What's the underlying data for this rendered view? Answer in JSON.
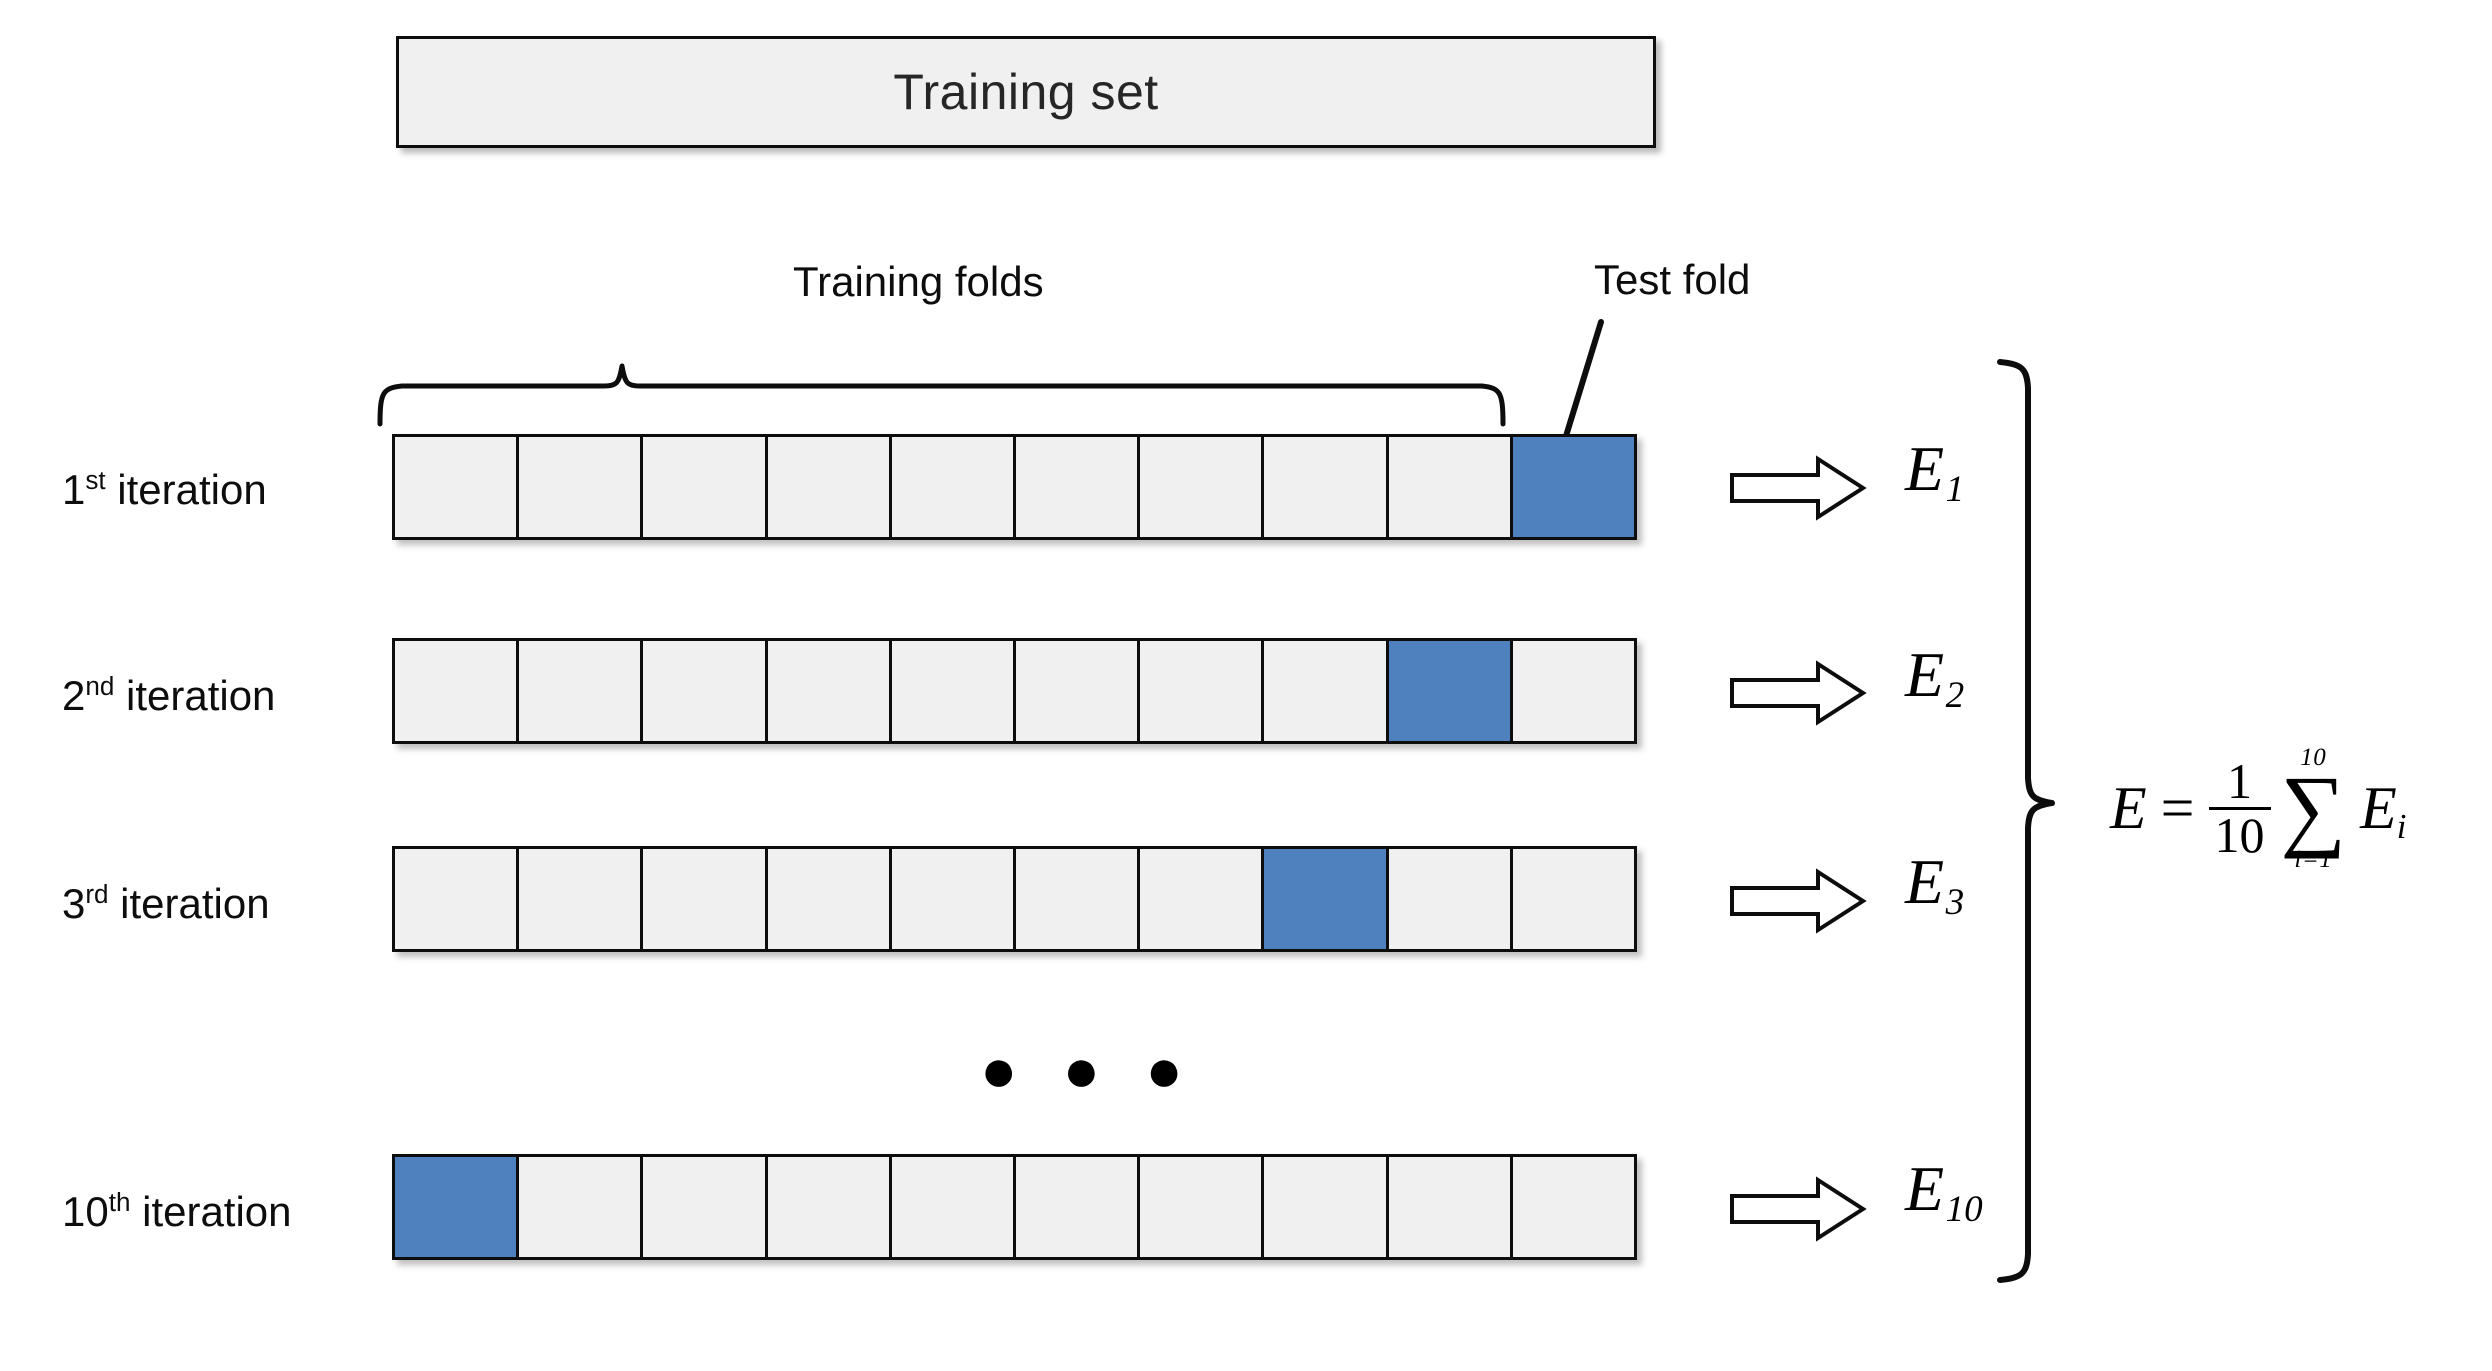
{
  "diagram": {
    "title_box": {
      "label": "Training set"
    },
    "annotations": {
      "training_folds": "Training folds",
      "test_fold": "Test fold"
    },
    "ellipsis": "● ● ●",
    "colors": {
      "test_fold_fill": "#4E81BD",
      "training_fold_fill": "#F0F0F0",
      "outline": "#0D0D0D",
      "title_text": "#262626"
    },
    "folds_per_row": 10,
    "rows": [
      {
        "label_number": "1",
        "label_ordinal": "st",
        "label_suffix": " iteration",
        "test_fold_index": 10,
        "error_symbol": "E",
        "error_subscript": "1"
      },
      {
        "label_number": "2",
        "label_ordinal": "nd",
        "label_suffix": " iteration",
        "test_fold_index": 9,
        "error_symbol": "E",
        "error_subscript": "2"
      },
      {
        "label_number": "3",
        "label_ordinal": "rd",
        "label_suffix": " iteration",
        "test_fold_index": 8,
        "error_symbol": "E",
        "error_subscript": "3"
      },
      {
        "label_number": "10",
        "label_ordinal": "th",
        "label_suffix": " iteration",
        "test_fold_index": 1,
        "error_symbol": "E",
        "error_subscript": "10"
      }
    ],
    "formula": {
      "lhs": "E",
      "equals": "=",
      "numerator": "1",
      "denominator": "10",
      "sum_upper": "10",
      "sum_symbol": "∑",
      "sum_lower": "i=1",
      "term": "E",
      "term_subscript": "i"
    }
  }
}
